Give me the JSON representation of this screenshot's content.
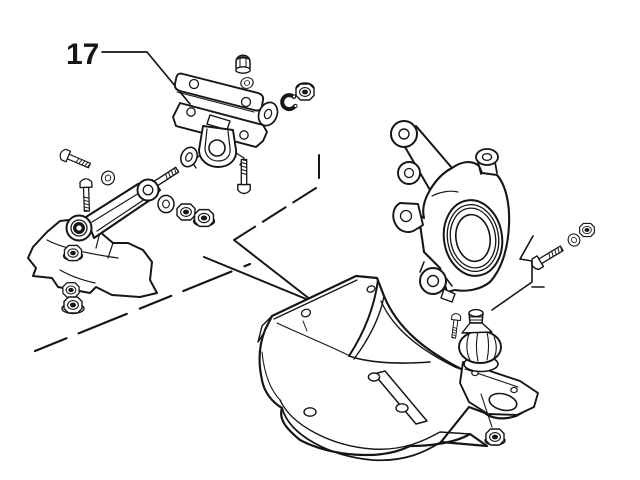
{
  "diagram": {
    "type": "exploded-parts-diagram",
    "callout": {
      "label": "17"
    },
    "ink_color": "#161616",
    "background_color": "#ffffff",
    "parts": [
      "mounting-bracket-assembly",
      "strut-bar-arm",
      "mount-casting",
      "steering-knuckle",
      "lower-control-arm",
      "ball-joint",
      "pinch-bolt-with-washer-and-nut",
      "assorted-nuts-washers-bolts-snap-ring"
    ]
  }
}
